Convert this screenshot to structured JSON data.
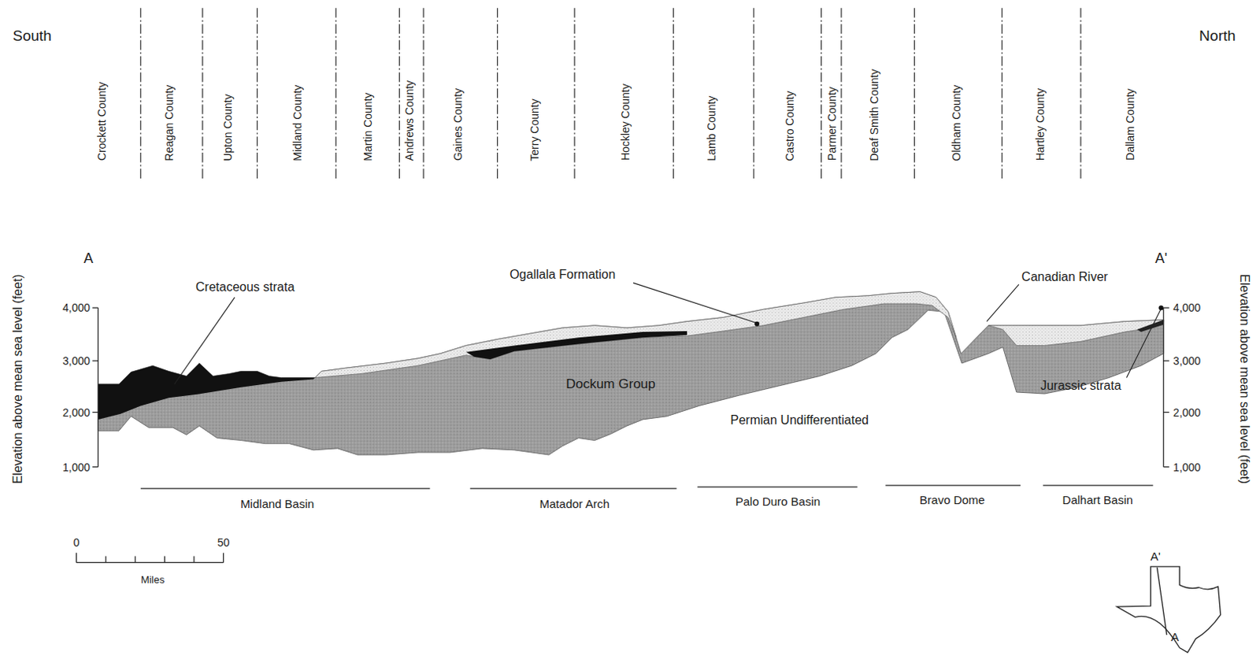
{
  "diagram": {
    "labels": [
      "South",
      "North",
      "Crockett County",
      "Reagan County",
      "Upton County",
      "Midland County",
      "Martin County",
      "Andrews County",
      "Gaines County",
      "Terry County",
      "Hockley County",
      "Lamb County",
      "Castro County",
      "Parmer County",
      "Deaf Smith County",
      "Oldham County",
      "Hartley County",
      "Dallam County",
      "A",
      "A'",
      "Cretaceous strata",
      "Ogallala Formation",
      "Canadian River",
      "Elevation above mean sea level (feet)",
      "Elevation above mean sea level (feet)",
      "4,000",
      "3,000",
      "2,000",
      "1,000",
      "4,000",
      "3,000",
      "2,000",
      "1,000",
      "Dockum Group",
      "Jurassic strata",
      "Permian Undifferentiated",
      "Midland Basin",
      "Matador Arch",
      "Palo Duro Basin",
      "Bravo Dome",
      "Dalhart Basin",
      "0",
      "50",
      "Miles",
      "A'",
      "A"
    ]
  }
}
